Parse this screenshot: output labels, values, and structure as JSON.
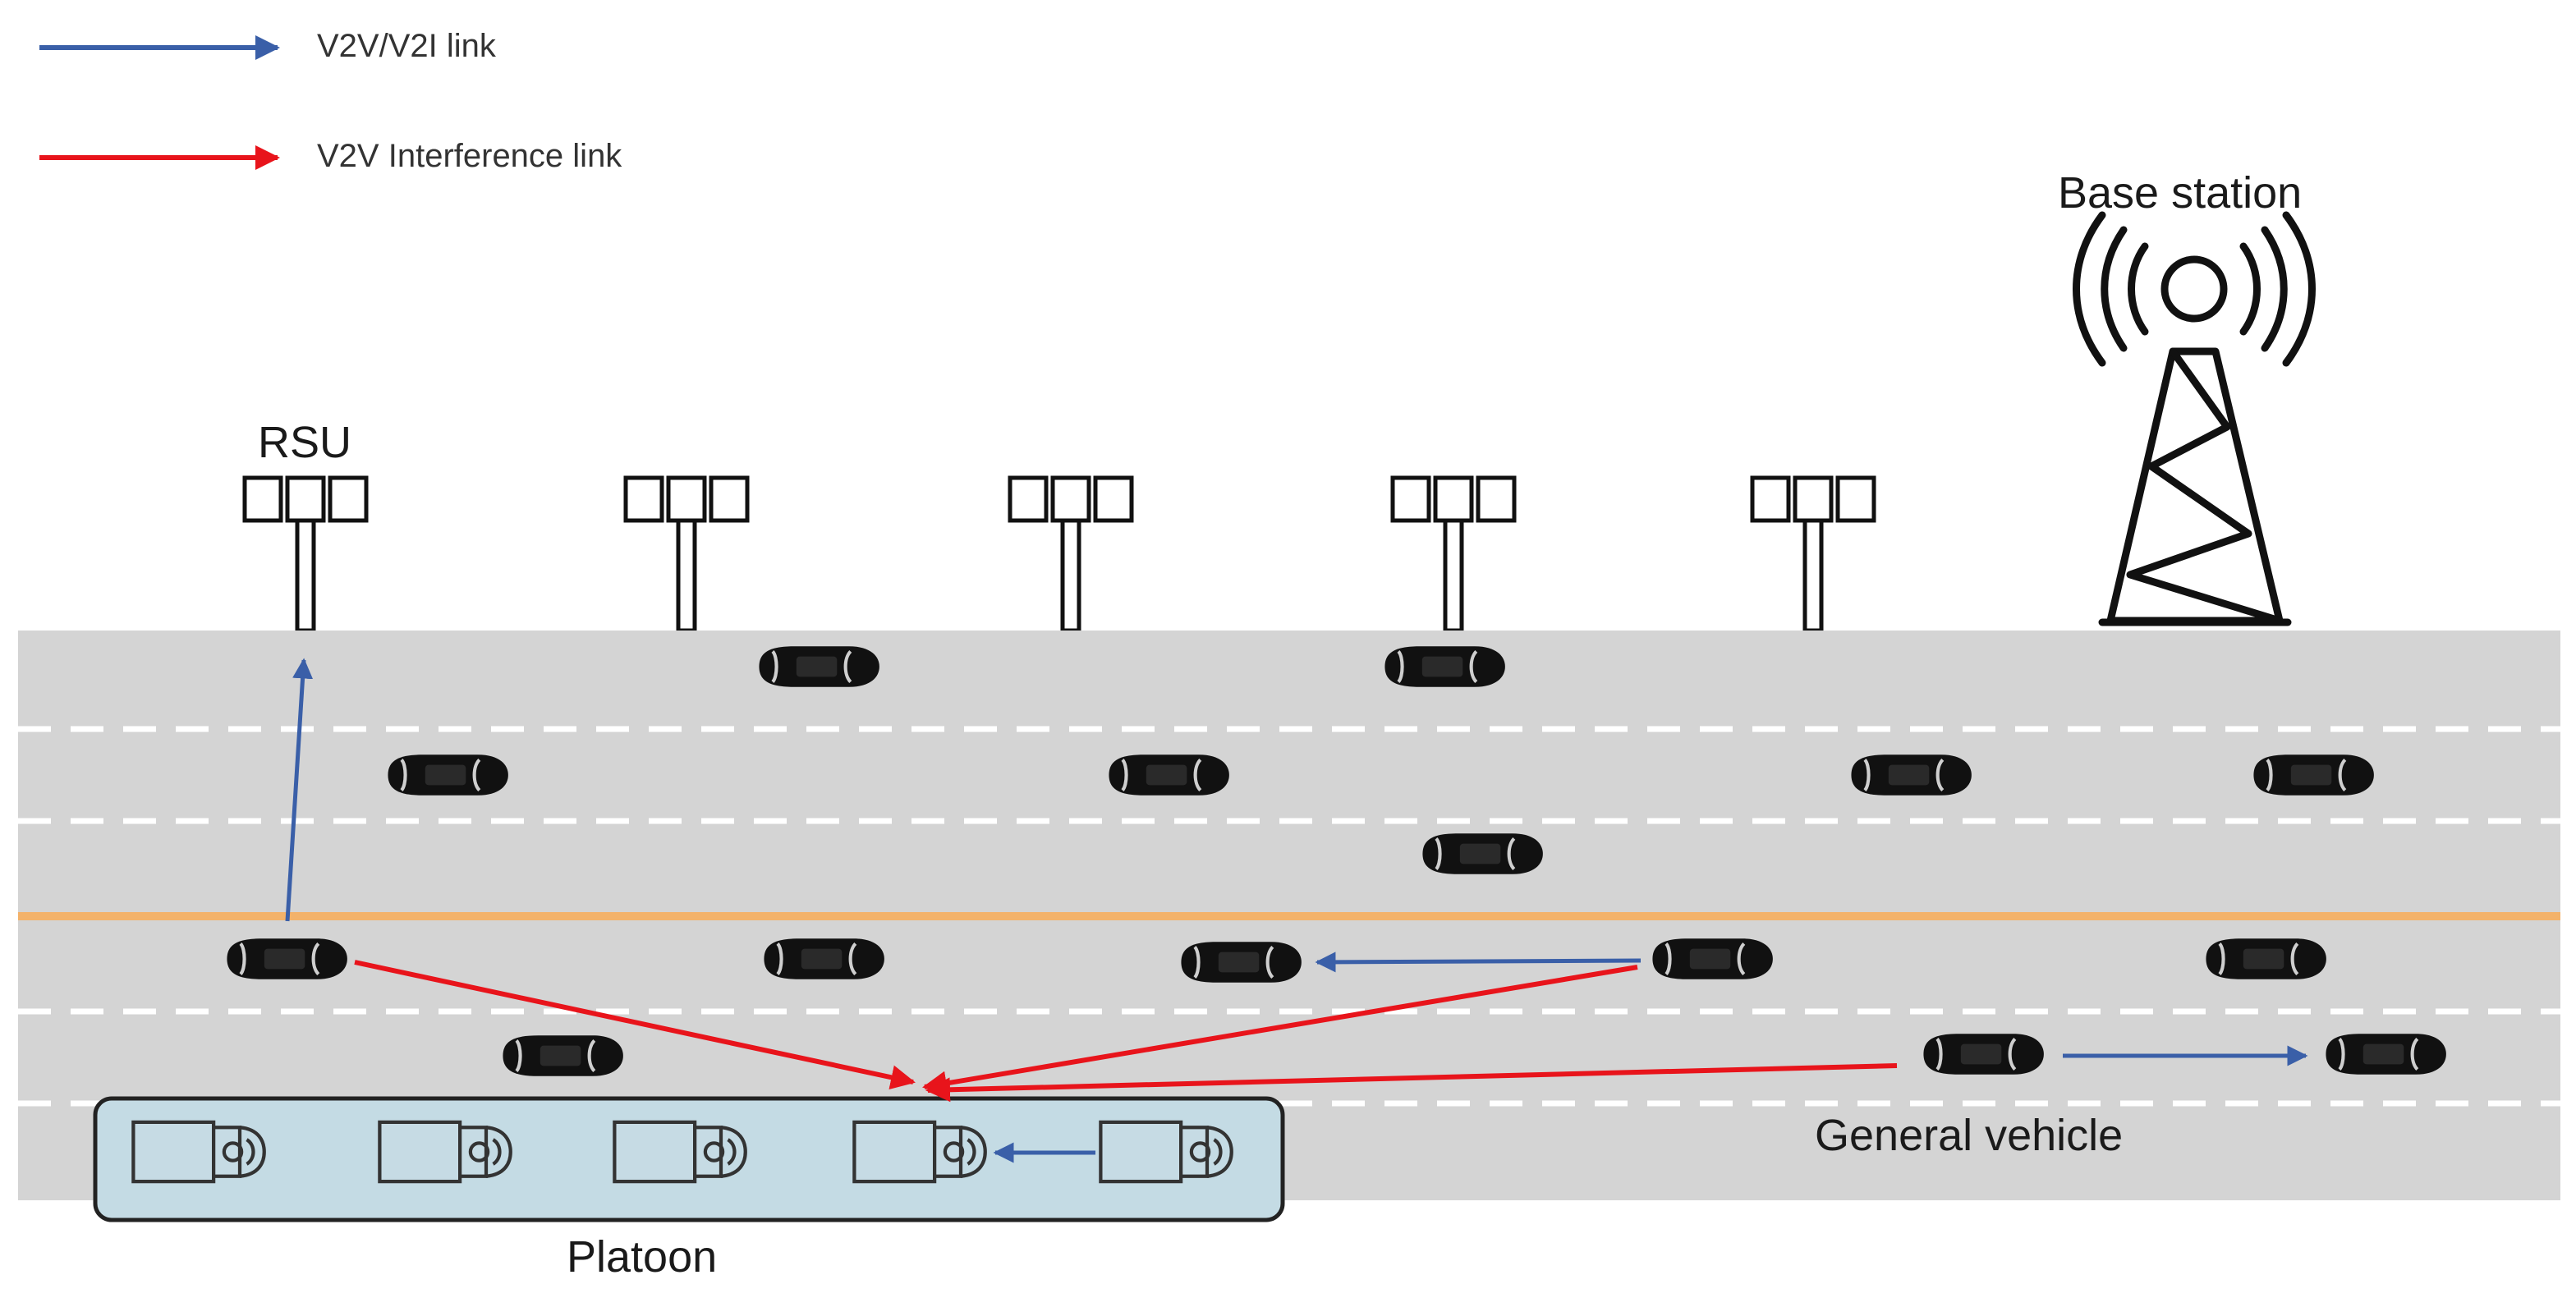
{
  "legend": [
    {
      "label": "V2V/V2I link",
      "color": "#3a5fa8"
    },
    {
      "label": "V2V Interference link",
      "color": "#e8141b"
    }
  ],
  "labels": {
    "base_station": "Base station",
    "rsu": "RSU",
    "general_vehicle": "General vehicle",
    "platoon": "Platoon"
  },
  "colors": {
    "road": "#d4d4d4",
    "lane_dash": "#ffffff",
    "median": "#f3b26a",
    "platoon_box": "#c4dbe4",
    "v2v_link": "#3a5fa8",
    "interference_link": "#e8141b"
  },
  "icons": {
    "rsu": "rsu-antenna-icon",
    "base_station": "cell-tower-icon",
    "car": "car-icon",
    "truck": "truck-icon"
  }
}
